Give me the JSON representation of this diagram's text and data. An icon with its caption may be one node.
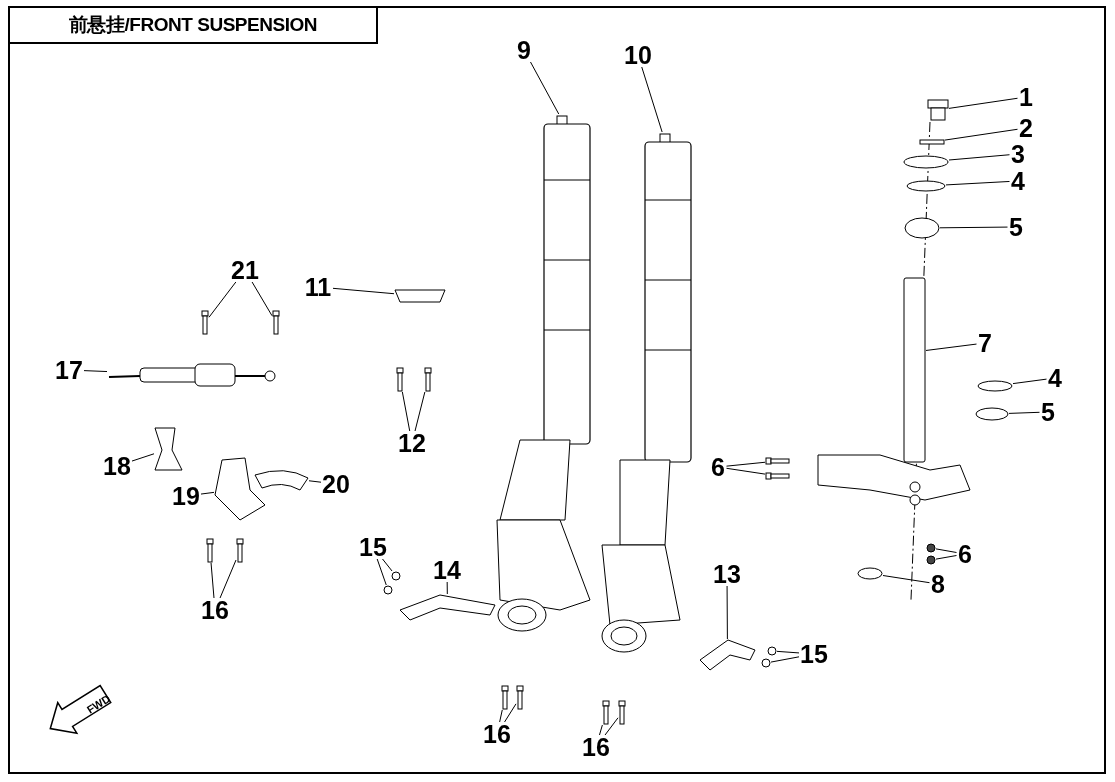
{
  "diagram": {
    "title": "前悬挂/FRONT SUSPENSION",
    "nodes": [
      {
        "text": [
          "9"
        ]
      },
      {
        "text": [
          "10"
        ]
      },
      {
        "text": [
          "1"
        ]
      },
      {
        "text": [
          "2"
        ]
      },
      {
        "text": [
          "3"
        ]
      },
      {
        "text": [
          "4"
        ]
      },
      {
        "text": [
          "5"
        ]
      },
      {
        "text": [
          "11"
        ]
      },
      {
        "text": [
          "21"
        ]
      },
      {
        "text": [
          "17"
        ]
      },
      {
        "text": [
          "7"
        ]
      },
      {
        "text": [
          "4"
        ]
      },
      {
        "text": [
          "5"
        ]
      },
      {
        "text": [
          "12"
        ]
      },
      {
        "text": [
          "6"
        ]
      },
      {
        "text": [
          "18"
        ]
      },
      {
        "text": [
          "19"
        ]
      },
      {
        "text": [
          "20"
        ]
      },
      {
        "text": [
          "14"
        ]
      },
      {
        "text": [
          "15"
        ]
      },
      {
        "text": [
          "13"
        ]
      },
      {
        "text": [
          "6"
        ]
      },
      {
        "text": [
          "8"
        ]
      },
      {
        "text": [
          "16"
        ]
      },
      {
        "text": [
          "15"
        ]
      },
      {
        "text": [
          "16"
        ]
      },
      {
        "text": [
          "16"
        ]
      },
      {
        "text": [],
        "shape": "picture"
      },
      {
        "text": [],
        "shape": "picture"
      },
      {
        "text": [],
        "shape": "picture"
      },
      {
        "text": [],
        "shape": "box"
      },
      {
        "text": [],
        "shape": "ellipse"
      },
      {
        "text": [],
        "shape": "ellipse"
      },
      {
        "text": [],
        "shape": "ellipse"
      },
      {
        "text": [],
        "shape": "bar"
      },
      {
        "text": [],
        "shape": "ellipse"
      },
      {
        "text": [],
        "shape": "ellipse"
      },
      {
        "text": [],
        "shape": "trapezoid"
      },
      {
        "text": [],
        "shape": "bolt"
      },
      {
        "text": [],
        "shape": "bolt"
      },
      {
        "text": [],
        "shape": "picture"
      },
      {
        "text": [],
        "shape": "bolt"
      },
      {
        "text": [],
        "shape": "bolt"
      },
      {
        "text": [],
        "shape": "bolt"
      },
      {
        "text": [],
        "shape": "bolt"
      },
      {
        "text": [],
        "shape": "picture"
      },
      {
        "text": [],
        "shape": "picture"
      },
      {
        "text": [],
        "shape": "picture"
      },
      {
        "text": [],
        "shape": "circle"
      },
      {
        "text": [],
        "shape": "circle"
      },
      {
        "text": [],
        "shape": "picture"
      },
      {
        "text": [],
        "shape": "picture"
      },
      {
        "text": [],
        "shape": "circle"
      },
      {
        "text": [],
        "shape": "circle"
      },
      {
        "text": [],
        "shape": "ellipse"
      },
      {
        "text": [],
        "shape": "bolt"
      },
      {
        "text": [],
        "shape": "bolt"
      },
      {
        "text": [],
        "shape": "circle"
      },
      {
        "text": [],
        "shape": "circle"
      },
      {
        "text": [],
        "shape": "bolt"
      },
      {
        "text": [],
        "shape": "bolt"
      },
      {
        "text": [],
        "shape": "bolt"
      },
      {
        "text": [],
        "shape": "bolt"
      }
    ],
    "edges": [
      {
        "from": 0,
        "to": 27,
        "arrow": "none"
      },
      {
        "from": 1,
        "to": 28,
        "arrow": "none"
      },
      {
        "from": 2,
        "to": 29,
        "arrow": "none"
      },
      {
        "from": 3,
        "to": 30,
        "arrow": "none"
      },
      {
        "from": 4,
        "to": 31,
        "arrow": "none"
      },
      {
        "from": 5,
        "to": 32,
        "arrow": "none"
      },
      {
        "from": 6,
        "to": 33,
        "arrow": "none"
      },
      {
        "from": 7,
        "to": 37,
        "arrow": "none"
      },
      {
        "from": 8,
        "to": 38,
        "arrow": "none"
      },
      {
        "from": 8,
        "to": 39,
        "arrow": "none"
      },
      {
        "from": 9,
        "to": 40,
        "arrow": "none"
      },
      {
        "from": 10,
        "to": 34,
        "arrow": "none"
      },
      {
        "from": 11,
        "to": 35,
        "arrow": "none"
      },
      {
        "from": 12,
        "to": 36,
        "arrow": "none"
      },
      {
        "from": 13,
        "to": 41,
        "arrow": "none"
      },
      {
        "from": 13,
        "to": 42,
        "arrow": "none"
      },
      {
        "from": 14,
        "to": 43,
        "arrow": "none"
      },
      {
        "from": 14,
        "to": 44,
        "arrow": "none"
      },
      {
        "from": 15,
        "to": 45,
        "arrow": "none"
      },
      {
        "from": 16,
        "to": 46,
        "arrow": "none"
      },
      {
        "from": 17,
        "to": 47,
        "arrow": "none"
      },
      {
        "from": 18,
        "to": 50,
        "arrow": "none"
      },
      {
        "from": 19,
        "to": 48,
        "arrow": "none"
      },
      {
        "from": 19,
        "to": 49,
        "arrow": "none"
      },
      {
        "from": 20,
        "to": 51,
        "arrow": "none"
      },
      {
        "from": 21,
        "to": 52,
        "arrow": "none"
      },
      {
        "from": 21,
        "to": 53,
        "arrow": "none"
      },
      {
        "from": 22,
        "to": 54,
        "arrow": "none"
      },
      {
        "from": 23,
        "to": 55,
        "arrow": "none"
      },
      {
        "from": 23,
        "to": 56,
        "arrow": "none"
      },
      {
        "from": 24,
        "to": 57,
        "arrow": "none"
      },
      {
        "from": 24,
        "to": 58,
        "arrow": "none"
      },
      {
        "from": 25,
        "to": 59,
        "arrow": "none"
      },
      {
        "from": 25,
        "to": 60,
        "arrow": "none"
      },
      {
        "from": 26,
        "to": 61,
        "arrow": "none"
      },
      {
        "from": 26,
        "to": 62,
        "arrow": "none"
      }
    ],
    "labels": [
      "FWD"
    ]
  }
}
